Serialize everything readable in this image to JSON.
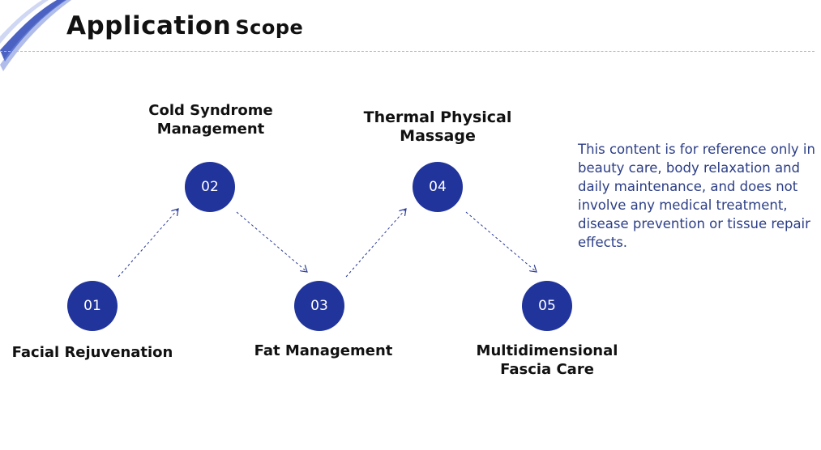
{
  "header": {
    "title_main": "Application",
    "title_sub": "Scope"
  },
  "steps": [
    {
      "number": "01",
      "label_lines": [
        "Facial Rejuvenation"
      ]
    },
    {
      "number": "02",
      "label_lines": [
        "Cold Syndrome",
        "Management"
      ]
    },
    {
      "number": "03",
      "label_lines": [
        "Fat Management"
      ]
    },
    {
      "number": "04",
      "label_lines": [
        "Thermal Physical",
        "Massage"
      ]
    },
    {
      "number": "05",
      "label_lines": [
        "Multidimensional",
        "Fascia Care"
      ]
    }
  ],
  "note": "This content is for reference only in beauty care, body relaxation and daily maintenance, and does not involve any medical treatment, disease prevention or tissue repair effects.",
  "colors": {
    "node_fill": "#21349c",
    "arrow": "#2a3a9a",
    "note_text": "#2c3e86",
    "deco": "#2b47b8"
  }
}
